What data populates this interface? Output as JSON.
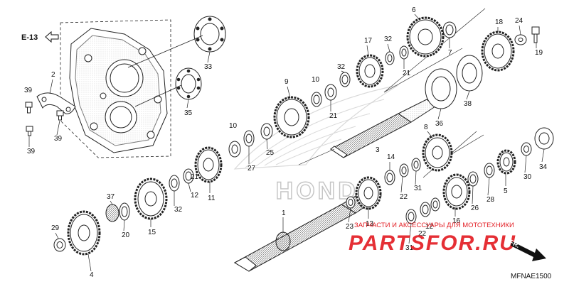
{
  "ref_label": "E-13",
  "diagram_code": "MFNAE1500",
  "watermark": {
    "brand": "HONDA",
    "site": "PARTSFOR.RU",
    "tagline": "ЗАПЧАСТИ И АКСЕССУАРЫ ДЛЯ МОТОТЕХНИКИ",
    "red": "#e31e24"
  },
  "direction_label": "FR.",
  "part_numbers": [
    "1",
    "2",
    "3",
    "4",
    "5",
    "6",
    "7",
    "8",
    "9",
    "10",
    "11",
    "12",
    "13",
    "14",
    "15",
    "16",
    "17",
    "18",
    "19",
    "20",
    "21",
    "22",
    "23",
    "24",
    "25",
    "26",
    "27",
    "28",
    "29",
    "30",
    "31",
    "32",
    "33",
    "34",
    "35",
    "36",
    "37",
    "38",
    "39"
  ]
}
